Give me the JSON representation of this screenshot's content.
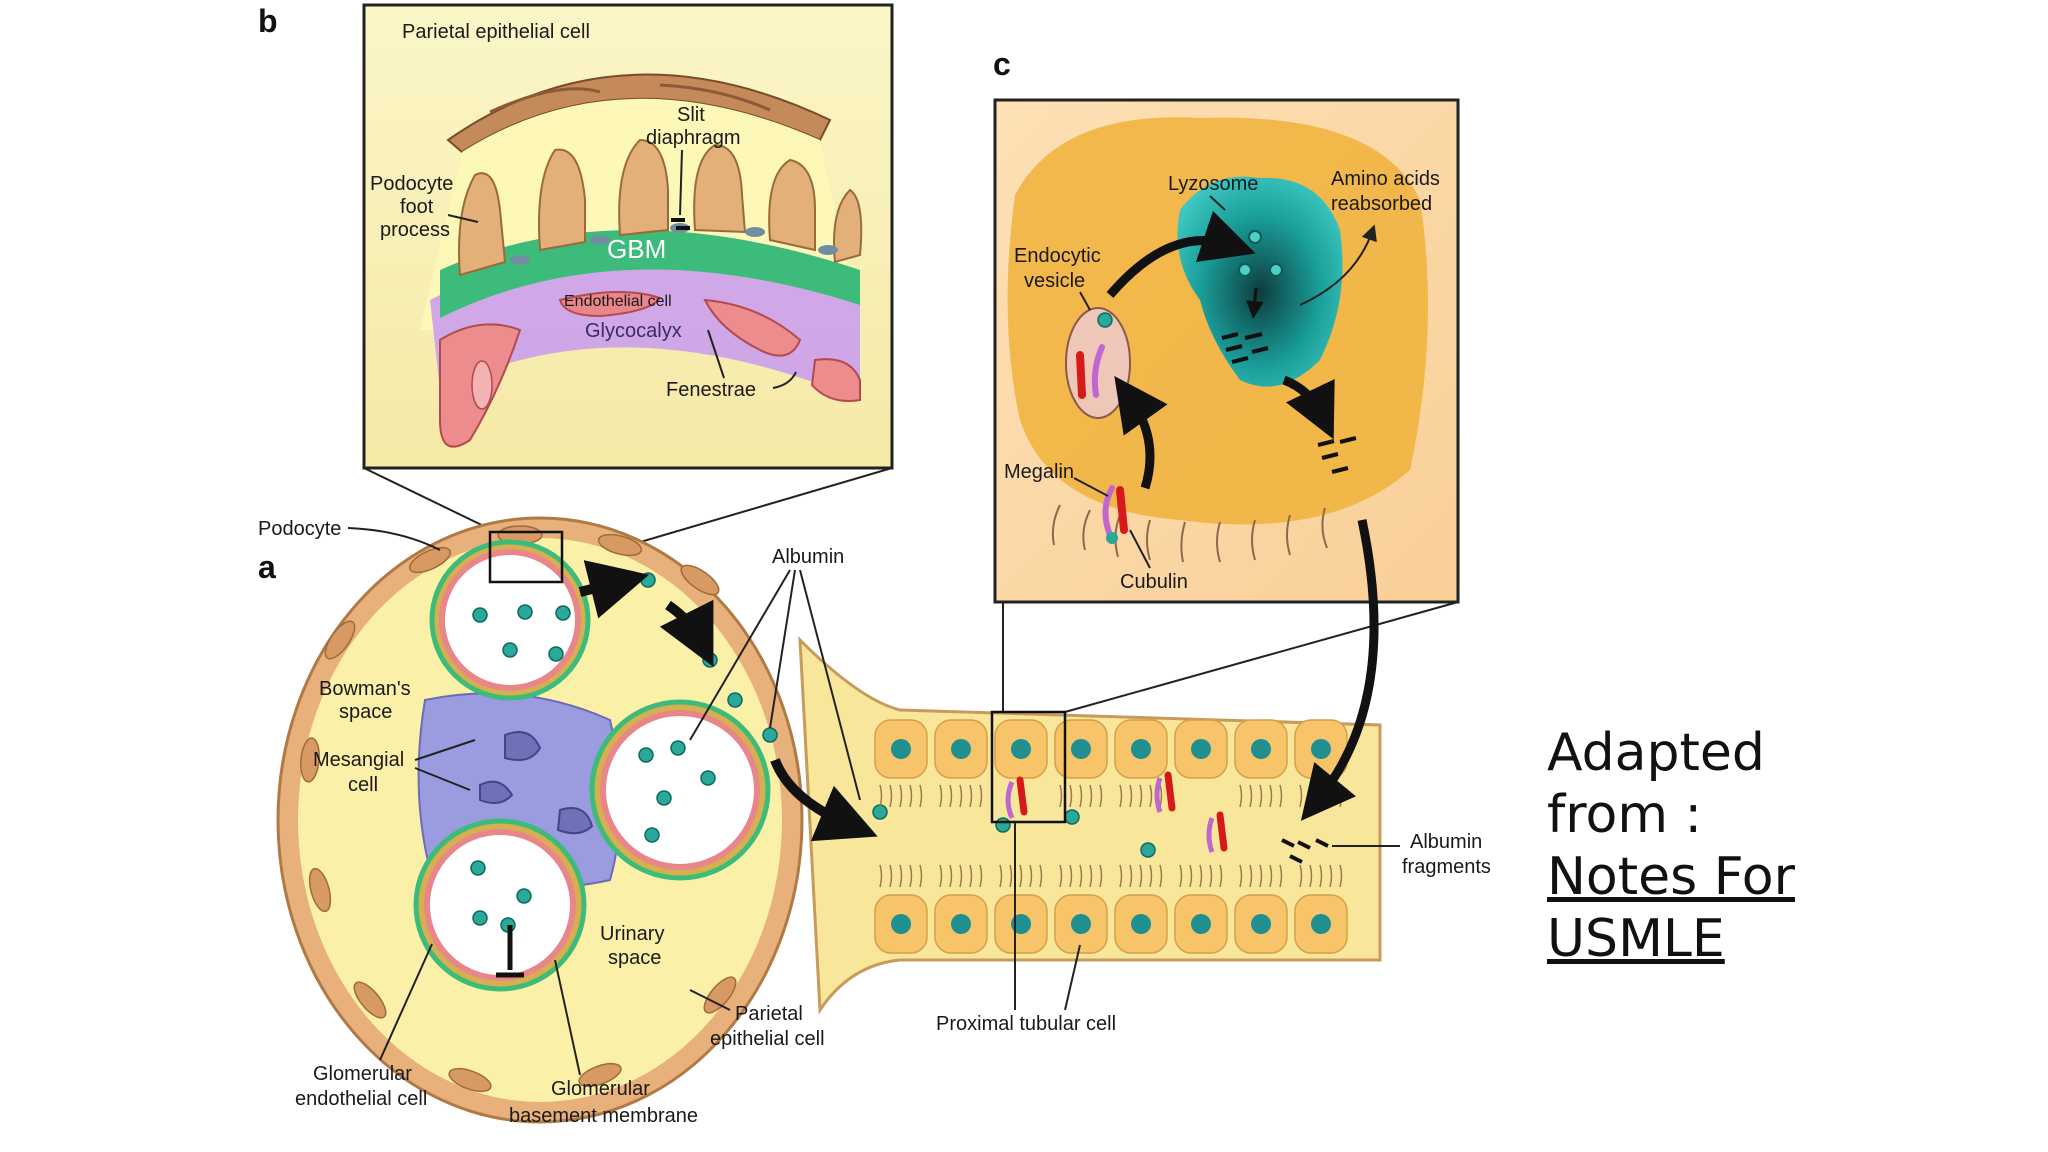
{
  "panels": {
    "a": "a",
    "b": "b",
    "c": "c"
  },
  "labels_b": {
    "parietal": "Parietal epithelial cell",
    "slit1": "Slit",
    "slit2": "diaphragm",
    "podo1": "Podocyte",
    "podo2": "foot",
    "podo3": "process",
    "gbm": "GBM",
    "endo": "Endothelial cell",
    "glyco": "Glycocalyx",
    "fenestrae": "Fenestrae"
  },
  "labels_c": {
    "lyzosome": "Lyzosome",
    "amino1": "Amino acids",
    "amino2": "reabsorbed",
    "endoves1": "Endocytic",
    "endoves2": "vesicle",
    "megalin": "Megalin",
    "cubulin": "Cubulin"
  },
  "labels_a": {
    "podocyte": "Podocyte",
    "albumin": "Albumin",
    "bowman1": "Bowman's",
    "bowman2": "space",
    "mesangial1": "Mesangial",
    "mesangial2": "cell",
    "urinary1": "Urinary",
    "urinary2": "space",
    "parietal1": "Parietal",
    "parietal2": "epithelial cell",
    "glomendo1": "Glomerular",
    "glomendo2": "endothelial cell",
    "gbm1": "Glomerular",
    "gbm2": "basement membrane",
    "proximal": "Proximal tubular cell",
    "fragments1": "Albumin",
    "fragments2": "fragments"
  },
  "credit": {
    "line1": "Adapted",
    "line2": "from :",
    "link1": "Notes For",
    "link2": "USMLE"
  },
  "colors": {
    "cell_yellow": "#f6e98a",
    "capsule": "#d9a86b",
    "teal": "#2aa89a",
    "gbm_green": "#3dbb7a",
    "glycocalyx": "#b78be0",
    "endothelial": "#e8868a",
    "mesangium": "#8f8fd6",
    "cytoplasm_c": "#f0b23a"
  }
}
